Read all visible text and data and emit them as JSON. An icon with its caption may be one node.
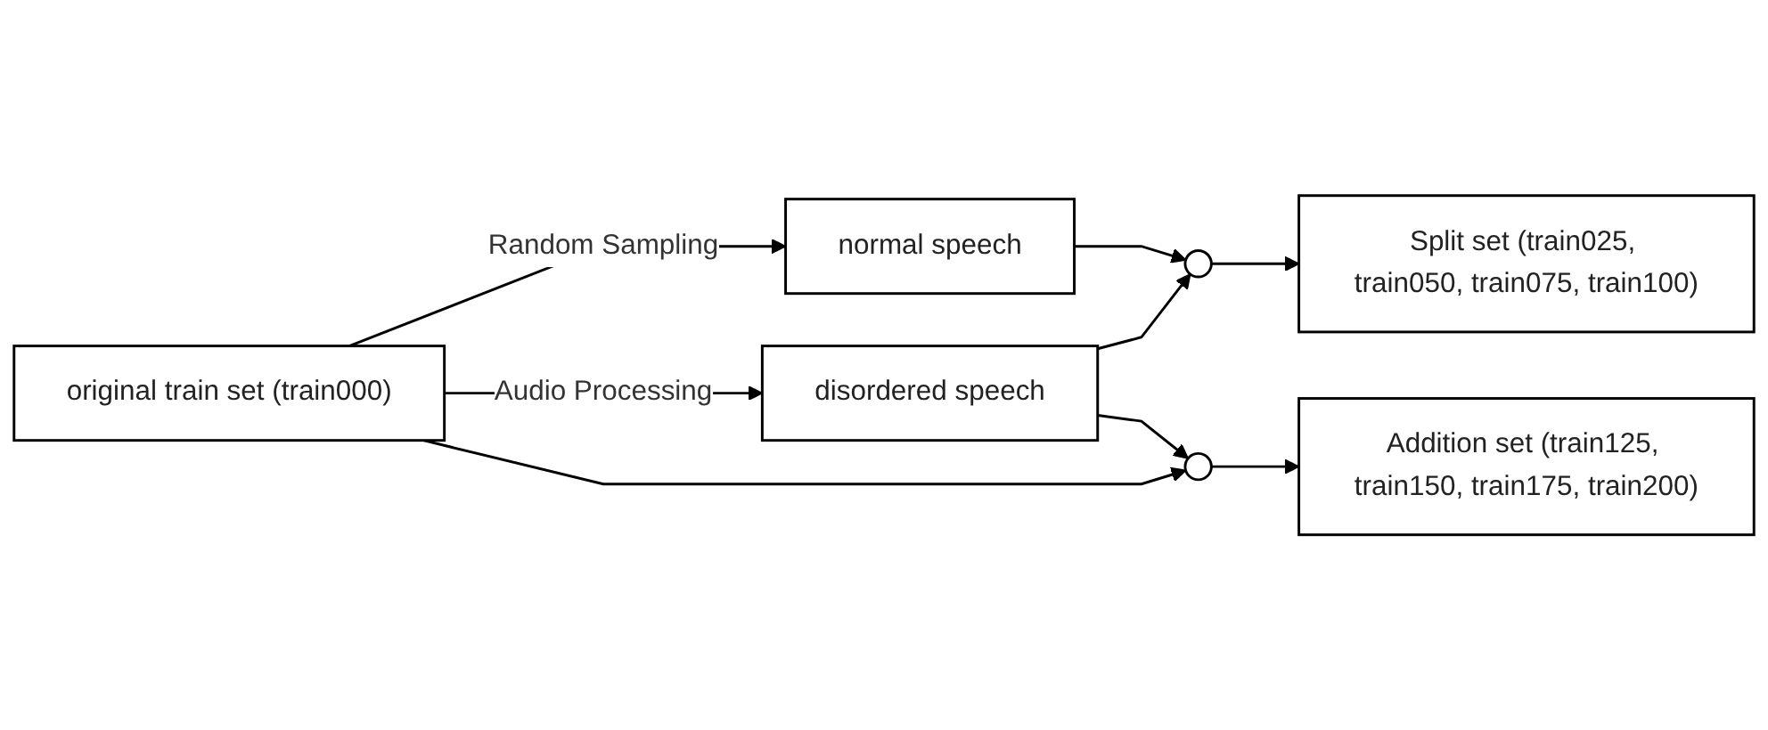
{
  "diagram": {
    "nodes": [
      {
        "text": [
          "original train set (train000)"
        ]
      },
      {
        "text": [
          "normal speech"
        ]
      },
      {
        "text": [
          "disordered speech"
        ]
      },
      {
        "text": [],
        "shape": "circle"
      },
      {
        "text": [
          "Split set (train025, train050, train075, train100)"
        ]
      },
      {
        "text": [],
        "shape": "circle"
      },
      {
        "text": [
          "Addition set (train125, train150, train175, train200)"
        ]
      }
    ],
    "edges": [
      {
        "from": 0,
        "to": 1,
        "arrow": "to",
        "label": "Random Sampling"
      },
      {
        "from": 0,
        "to": 2,
        "arrow": "to",
        "label": "Audio Processing"
      },
      {
        "from": 1,
        "to": 3,
        "arrow": "to"
      },
      {
        "from": 2,
        "to": 3,
        "arrow": "to"
      },
      {
        "from": 3,
        "to": 4,
        "arrow": "to"
      },
      {
        "from": 2,
        "to": 5,
        "arrow": "to"
      },
      {
        "from": 0,
        "to": 5,
        "arrow": "to"
      },
      {
        "from": 5,
        "to": 6,
        "arrow": "to"
      }
    ]
  }
}
